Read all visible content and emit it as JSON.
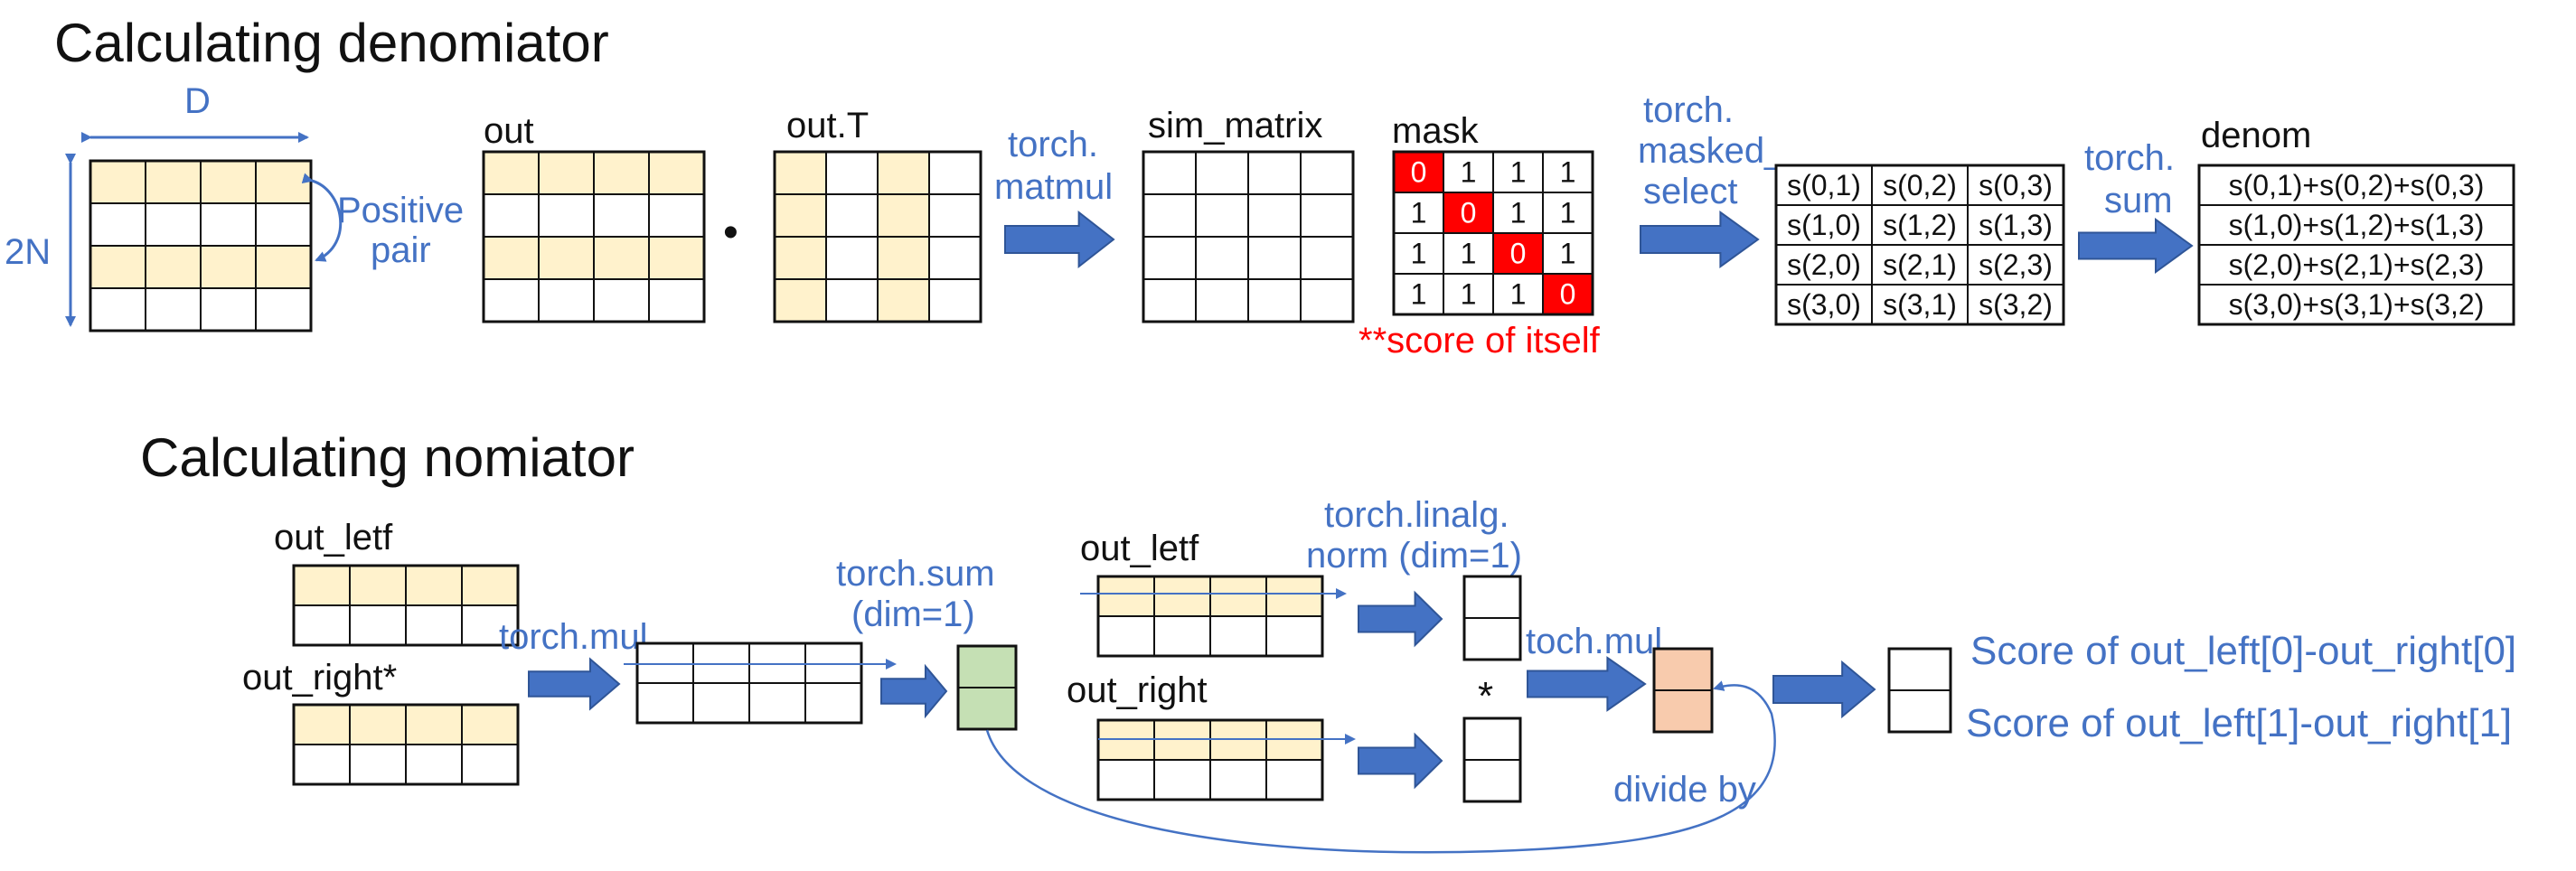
{
  "titles": {
    "denominator": "Calculating denomiator",
    "nominator": "Calculating nomiator"
  },
  "top": {
    "dim_D": "D",
    "dim_2N": "2N",
    "positive_pair": [
      "Positive",
      "pair"
    ],
    "out": "out",
    "dot": "•",
    "outT": "out.T",
    "matmul": [
      "torch.",
      "matmul"
    ],
    "sim_matrix": "sim_matrix",
    "mask": "mask",
    "mask_values": [
      [
        "0",
        "1",
        "1",
        "1"
      ],
      [
        "1",
        "0",
        "1",
        "1"
      ],
      [
        "1",
        "1",
        "0",
        "1"
      ],
      [
        "1",
        "1",
        "1",
        "0"
      ]
    ],
    "score_note": "**score of itself",
    "masked_select": [
      "torch.",
      "masked_",
      "select"
    ],
    "s_values": [
      [
        "s(0,1)",
        "s(0,2)",
        "s(0,3)"
      ],
      [
        "s(1,0)",
        "s(1,2)",
        "s(1,3)"
      ],
      [
        "s(2,0)",
        "s(2,1)",
        "s(2,3)"
      ],
      [
        "s(3,0)",
        "s(3,1)",
        "s(3,2)"
      ]
    ],
    "sum": [
      "torch.",
      "sum"
    ],
    "denom": "denom",
    "denom_values": [
      "s(0,1)+s(0,2)+s(0,3)",
      "s(1,0)+s(1,2)+s(1,3)",
      "s(2,0)+s(2,1)+s(2,3)",
      "s(3,0)+s(3,1)+s(3,2)"
    ]
  },
  "bottom": {
    "out_left_1": "out_letf",
    "out_right_1": "out_right*",
    "mul_1": "torch.mul",
    "sum_dim": [
      "torch.sum",
      "(dim=1)"
    ],
    "out_left_2": "out_letf",
    "out_right_2": "out_right",
    "norm": [
      "torch.linalg.",
      "norm (dim=1)"
    ],
    "star": "*",
    "mul_2": "toch.mul",
    "divide_by": "divide by",
    "score_0": "Score of out_left[0]-out_right[0]",
    "score_1": "Score of out_left[1]-out_right[1]"
  },
  "colors": {
    "accent_blue": "#4472C4",
    "arrow_fill": "#4472C4",
    "tan": "#FFF2CC",
    "green": "#C5E0B4",
    "peach": "#F8CBAD",
    "mask_red": "#FF0000"
  }
}
